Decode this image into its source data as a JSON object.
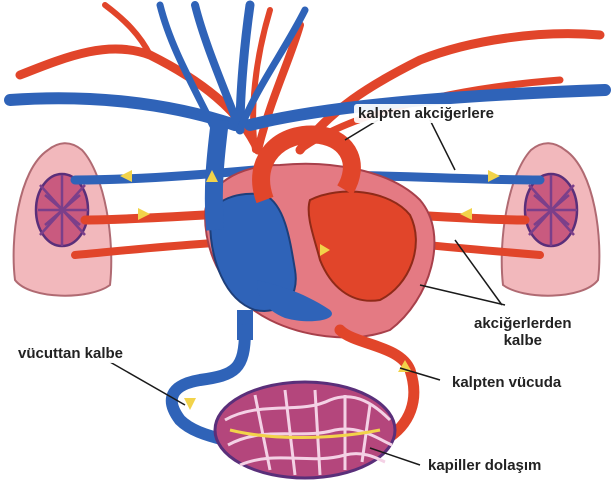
{
  "labels": {
    "heart_to_lungs": "kalpten akciğerlere",
    "body_to_heart": "vücuttan kalbe",
    "lungs_to_heart_line1": "akciğerlerden",
    "lungs_to_heart_line2": "kalbe",
    "heart_to_body": "kalpten vücuda",
    "capillary_circulation": "kapiller dolaşım"
  },
  "colors": {
    "vein_blue": "#2f63b8",
    "artery_red": "#e1452a",
    "capillary_purple": "#7b3f8a",
    "lung_pink": "#f2b8bc",
    "heart_pink": "#e47a83",
    "flow_arrow_yellow": "#f2d34a",
    "leader_line": "#1a1a1a"
  }
}
